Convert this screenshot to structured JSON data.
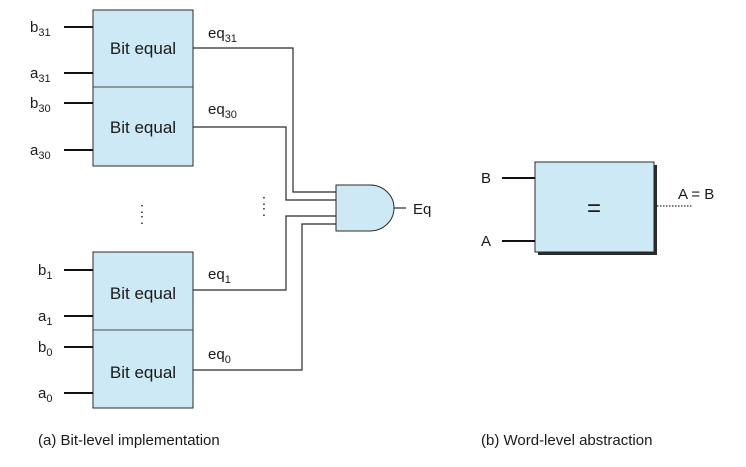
{
  "bit_level": {
    "blocks": [
      {
        "label": "Bit equal",
        "in_b": {
          "base": "b",
          "sub": "31"
        },
        "in_a": {
          "base": "a",
          "sub": "31"
        },
        "out": {
          "base": "eq",
          "sub": "31"
        }
      },
      {
        "label": "Bit equal",
        "in_b": {
          "base": "b",
          "sub": "30"
        },
        "in_a": {
          "base": "a",
          "sub": "30"
        },
        "out": {
          "base": "eq",
          "sub": "30"
        }
      },
      {
        "label": "Bit equal",
        "in_b": {
          "base": "b",
          "sub": "1"
        },
        "in_a": {
          "base": "a",
          "sub": "1"
        },
        "out": {
          "base": "eq",
          "sub": "1"
        }
      },
      {
        "label": "Bit equal",
        "in_b": {
          "base": "b",
          "sub": "0"
        },
        "in_a": {
          "base": "a",
          "sub": "0"
        },
        "out": {
          "base": "eq",
          "sub": "0"
        }
      }
    ],
    "ellipsis": ":",
    "gate_output": "Eq",
    "caption": "(a) Bit-level implementation"
  },
  "word_level": {
    "symbol": "=",
    "input_top": "B",
    "input_bottom": "A",
    "output": "A = B",
    "caption": "(b) Word-level abstraction"
  },
  "colors": {
    "block_fill": "#cde9f6",
    "stroke": "#2a2a2a"
  }
}
